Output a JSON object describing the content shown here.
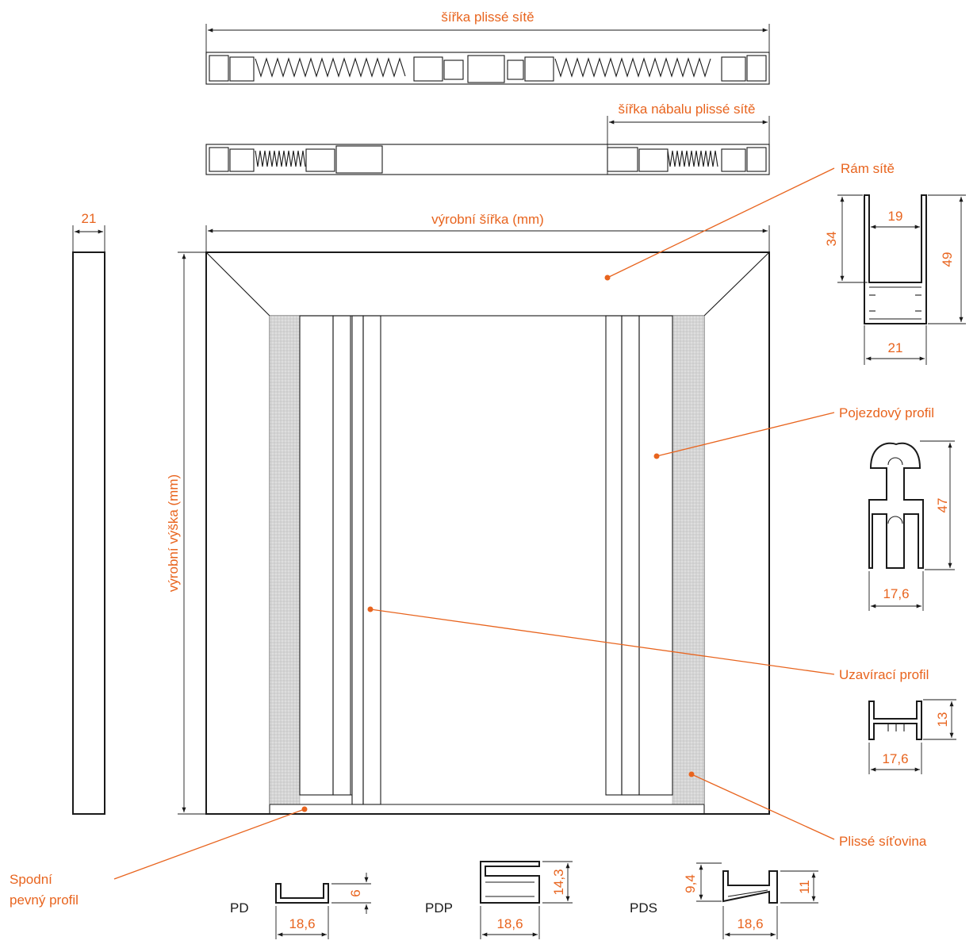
{
  "labels": {
    "sirka_plisse": "šířka plissé sítě",
    "sirka_nabalu": "šířka nábalu plissé sítě",
    "vyrobni_sirka": "výrobní šířka (mm)",
    "vyrobni_vyska": "výrobní výška (mm)",
    "ram_site": "Rám sítě",
    "pojezdovy_profil": "Pojezdový profil",
    "uzaviraci_profil": "Uzavírací profil",
    "plisse_sitovina": "Plissé síťovina",
    "spodni_line1": "Spodní",
    "spodni_line2": "pevný profil"
  },
  "dims": {
    "side_width": "21",
    "ram_inner": "19",
    "ram_depth": "34",
    "ram_height": "49",
    "ram_width": "21",
    "pojezd_height": "47",
    "pojezd_width": "17,6",
    "uzav_height": "13",
    "uzav_width": "17,6"
  },
  "bottom_profiles": [
    {
      "name": "PD",
      "width": "18,6",
      "height": "6"
    },
    {
      "name": "PDP",
      "width": "18,6",
      "height": "14,3"
    },
    {
      "name": "PDS",
      "width": "18,6",
      "height_left": "9,4",
      "height_right": "11"
    }
  ],
  "colors": {
    "accent": "#e8641e",
    "line": "#1a1a1a",
    "mesh": "#d9d9d9"
  }
}
